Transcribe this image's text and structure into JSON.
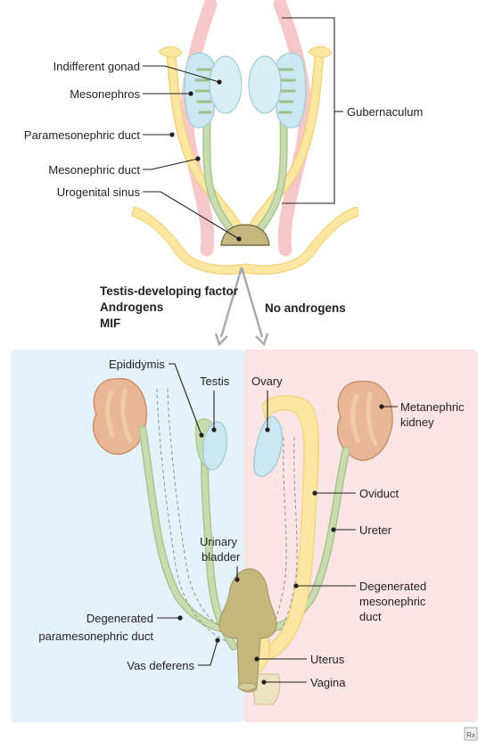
{
  "labels": {
    "indifferent_gonad": "Indifferent gonad",
    "mesonephros": "Mesonephros",
    "paramesonephric_duct": "Paramesonephric duct",
    "mesonephric_duct": "Mesonephric duct",
    "urogenital_sinus": "Urogenital sinus",
    "gubernaculum": "Gubernaculum",
    "male_factors": [
      "Testis-developing factor",
      "Androgens",
      "MIF"
    ],
    "no_androgens": "No androgens",
    "epididymis": "Epididymis",
    "testis": "Testis",
    "ovary": "Ovary",
    "metanephric_kidney": [
      "Metanephric",
      "kidney"
    ],
    "oviduct": "Oviduct",
    "ureter": "Ureter",
    "urinary_bladder": [
      "Urinary",
      "bladder"
    ],
    "degenerated_mesonephric_duct": [
      "Degenerated",
      "mesonephric",
      "duct"
    ],
    "degenerated_paramesonephric_duct": [
      "Degenerated",
      "paramesonephric duct"
    ],
    "vas_deferens": "Vas deferens",
    "uterus": "Uterus",
    "vagina": "Vagina",
    "corner_mark": "Rx"
  },
  "colors": {
    "male_panel": "#e4f2f9",
    "female_panel": "#fbe4e4",
    "mesonephric": "#c9dcb0",
    "paramesonephric": "#fbe7a1",
    "gonad": "#cbe8f0",
    "kidney": "#e8b896",
    "gubernaculum": "#f4c3c3",
    "sinus": "#c6b77e"
  }
}
